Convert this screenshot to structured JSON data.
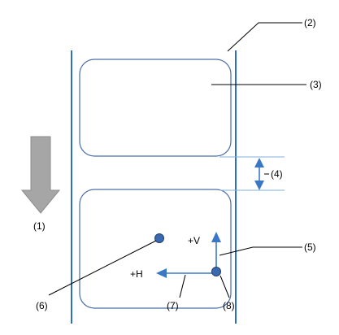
{
  "colors": {
    "rail": "#2f6fbf",
    "label_outline": "#4a6fa8",
    "arrow": "#3a78c6",
    "feed_arrow": "#a6a6a6",
    "feed_arrow_edge": "#8c8c8c",
    "leader": "#000000",
    "gap_line": "#7fb0dc",
    "dot": "#3a69b0"
  },
  "callouts": {
    "c1": "(1)",
    "c2": "(2)",
    "c3": "(3)",
    "c4": "(4)",
    "c5": "(5)",
    "c6": "(6)",
    "c7": "(7)",
    "c8": "(8)"
  },
  "axis": {
    "v_label": "+V",
    "h_label": "+H"
  },
  "icons": {
    "feed": "down-arrow-icon",
    "origin": "dot-icon"
  }
}
